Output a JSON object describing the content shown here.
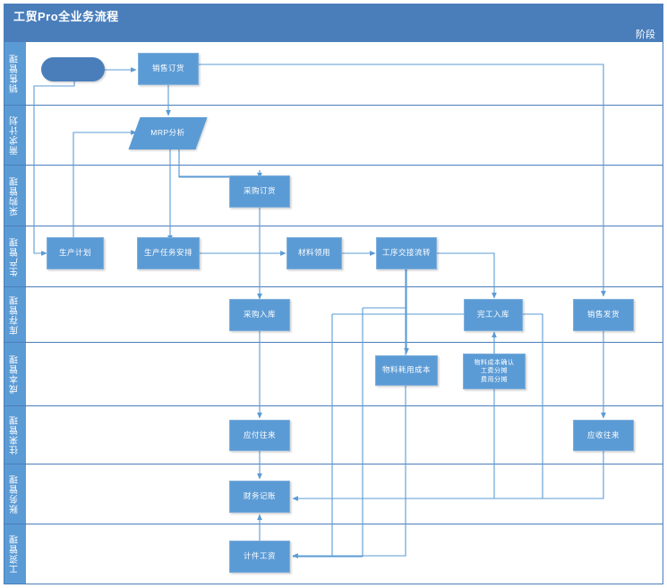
{
  "window": {
    "title": "工贸Pro全业务流程",
    "stage_label": "阶段"
  },
  "colors": {
    "title_bar": "#4a7ebb",
    "lane_header": "#5b9bd5",
    "node_fill": "#5b9bd5",
    "start_fill": "#4a7ebb",
    "connector": "#5b9bd5",
    "lane_border": "#4a7ebb",
    "canvas": "#ffffff"
  },
  "lanes": [
    {
      "id": "sales",
      "label": "销售管理"
    },
    {
      "id": "demand",
      "label": "需求计划"
    },
    {
      "id": "purchase",
      "label": "采购管理"
    },
    {
      "id": "production",
      "label": "生产管理"
    },
    {
      "id": "inventory",
      "label": "库存管理"
    },
    {
      "id": "cost",
      "label": "成本管理"
    },
    {
      "id": "ar_ap",
      "label": "往来管理"
    },
    {
      "id": "accounting",
      "label": "账务管理"
    },
    {
      "id": "payroll",
      "label": "工资管理"
    }
  ],
  "nodes": [
    {
      "id": "start",
      "lane": "sales",
      "label": "",
      "shape": "rounded"
    },
    {
      "id": "sales_order",
      "lane": "sales",
      "label": "销售订货",
      "shape": "rect"
    },
    {
      "id": "mrp",
      "lane": "demand",
      "label": "MRP分析",
      "shape": "parallelogram"
    },
    {
      "id": "purchase_order",
      "lane": "purchase",
      "label": "采购订货",
      "shape": "rect"
    },
    {
      "id": "prod_plan",
      "lane": "production",
      "label": "生产计划",
      "shape": "rect"
    },
    {
      "id": "prod_task",
      "lane": "production",
      "label": "生产任务安排",
      "shape": "rect"
    },
    {
      "id": "material_issue",
      "lane": "production",
      "label": "材料领用",
      "shape": "rect"
    },
    {
      "id": "process_flow",
      "lane": "production",
      "label": "工序交接流转",
      "shape": "rect"
    },
    {
      "id": "purchase_in",
      "lane": "inventory",
      "label": "采购入库",
      "shape": "rect"
    },
    {
      "id": "finished_in",
      "lane": "inventory",
      "label": "完工入库",
      "shape": "rect"
    },
    {
      "id": "sales_out",
      "lane": "inventory",
      "label": "销售发货",
      "shape": "rect"
    },
    {
      "id": "material_cost",
      "lane": "cost",
      "label": "物料耗用成本",
      "shape": "rect"
    },
    {
      "id": "cost_confirm",
      "lane": "cost",
      "label": "物料成本确认\n工费分摊\n费用分摊",
      "shape": "rect"
    },
    {
      "id": "payable",
      "lane": "ar_ap",
      "label": "应付往来",
      "shape": "rect"
    },
    {
      "id": "receivable",
      "lane": "ar_ap",
      "label": "应收往来",
      "shape": "rect"
    },
    {
      "id": "bookkeeping",
      "lane": "accounting",
      "label": "财务记账",
      "shape": "rect"
    },
    {
      "id": "piece_wage",
      "lane": "payroll",
      "label": "计件工资",
      "shape": "rect"
    }
  ],
  "flows": [
    {
      "from": "start",
      "to": "sales_order"
    },
    {
      "from": "start",
      "to": "prod_plan"
    },
    {
      "from": "sales_order",
      "to": "mrp"
    },
    {
      "from": "sales_order",
      "to": "sales_out"
    },
    {
      "from": "mrp",
      "to": "purchase_order"
    },
    {
      "from": "mrp",
      "to": "prod_task"
    },
    {
      "from": "prod_plan",
      "to": "mrp"
    },
    {
      "from": "purchase_order",
      "to": "purchase_in"
    },
    {
      "from": "prod_task",
      "to": "material_issue"
    },
    {
      "from": "material_issue",
      "to": "process_flow"
    },
    {
      "from": "material_issue",
      "to": "material_cost"
    },
    {
      "from": "process_flow",
      "to": "finished_in"
    },
    {
      "from": "process_flow",
      "to": "piece_wage"
    },
    {
      "from": "cost_confirm",
      "to": "finished_in"
    },
    {
      "from": "purchase_in",
      "to": "payable"
    },
    {
      "from": "sales_out",
      "to": "receivable"
    },
    {
      "from": "payable",
      "to": "bookkeeping"
    },
    {
      "from": "receivable",
      "to": "bookkeeping"
    },
    {
      "from": "finished_in",
      "to": "bookkeeping"
    },
    {
      "from": "piece_wage",
      "to": "bookkeeping"
    }
  ]
}
